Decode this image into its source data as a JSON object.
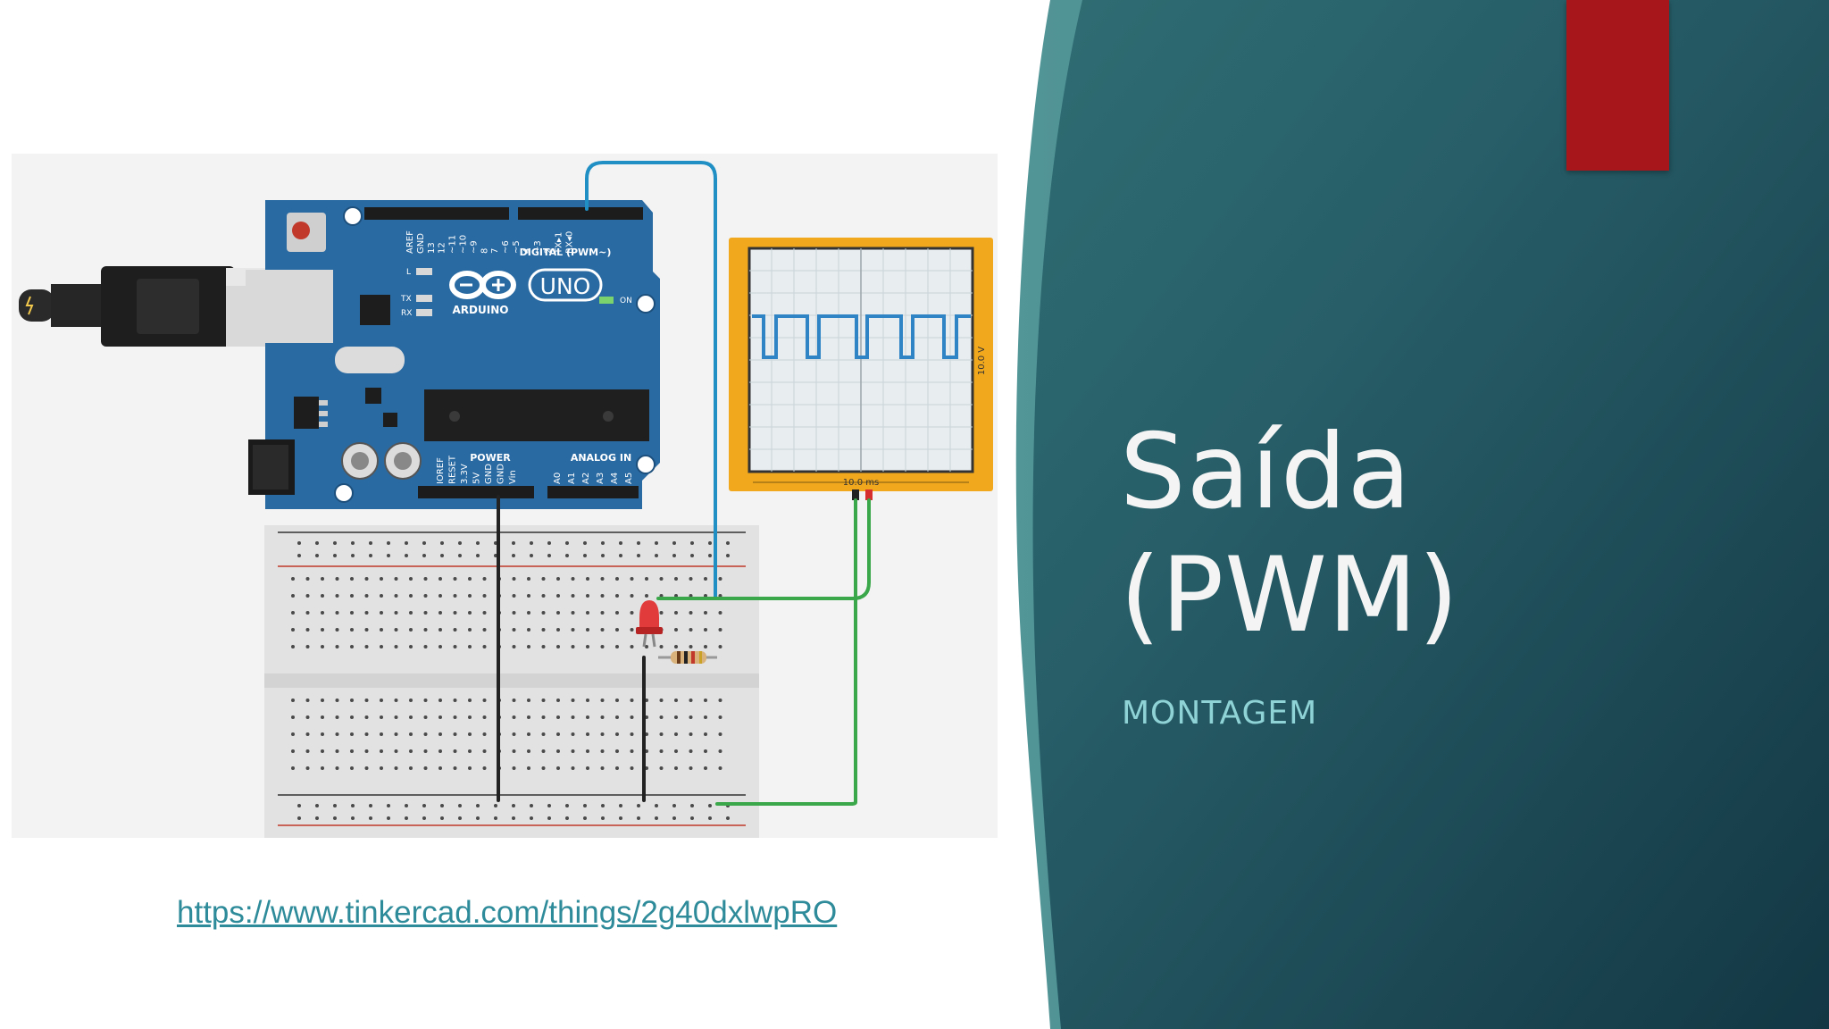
{
  "slide": {
    "title": "Saída\n(PWM)",
    "subtitle": "MONTAGEM",
    "link": "https://www.tinkercad.com/things/2g40dxlwpRO"
  },
  "board": {
    "brand": "ARDUINO",
    "model": "UNO",
    "digital_label": "DIGITAL (PWM~)",
    "power_label": "POWER",
    "analog_label": "ANALOG IN",
    "on_label": "ON",
    "led_l": "L",
    "led_tx": "TX",
    "led_rx": "RX",
    "top_pins": [
      "AREF",
      "GND",
      "13",
      "12",
      "~11",
      "~10",
      "~9",
      "8",
      "7",
      "~6",
      "~5",
      "4",
      "~3",
      "2",
      "TX▸1",
      "RX◂0"
    ],
    "power_pins": [
      "IOREF",
      "RESET",
      "3.3V",
      "5V",
      "GND",
      "GND",
      "Vin"
    ],
    "analog_pins": [
      "A0",
      "A1",
      "A2",
      "A3",
      "A4",
      "A5"
    ]
  },
  "scope": {
    "time_label": "10.0 ms",
    "volt_label": "10.0 V"
  },
  "colors": {
    "panel": "#1f4f5c",
    "accent": "#a6161a",
    "board": "#2a6aa2",
    "scope_frame": "#f2a81d",
    "wire_blue": "#1f8fc4",
    "wire_green": "#3aa84a",
    "wire_black": "#222222",
    "led": "#e23b3b"
  }
}
